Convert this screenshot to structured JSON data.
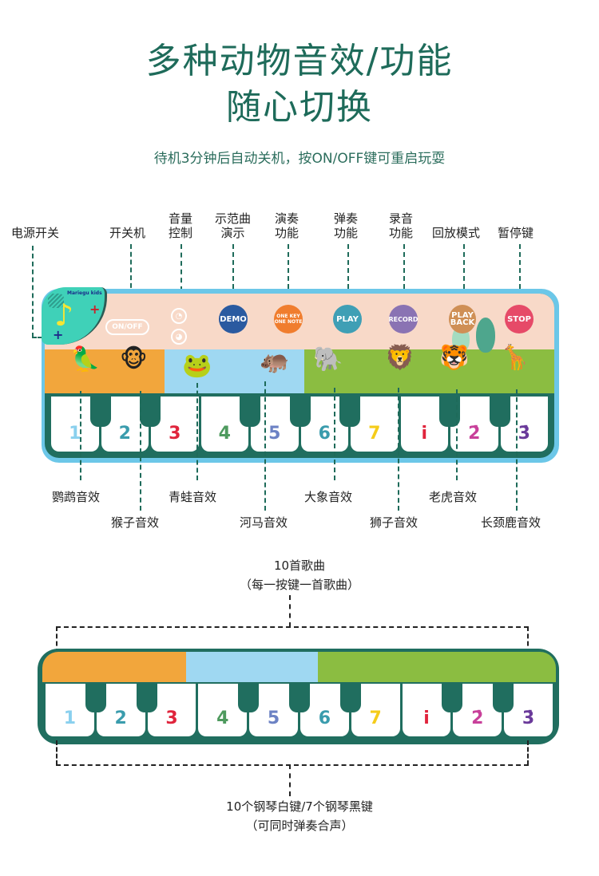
{
  "heading": {
    "line1": "多种动物音效/功能",
    "line2": "随心切换",
    "subtitle": "待机3分钟后自动关机，按ON/OFF键可重启玩耍"
  },
  "colors": {
    "title_green": "#1e6b5a",
    "mat_dark_green": "#206e5f",
    "mat_border_blue": "#6cc7e8",
    "sky_pink": "#f8d9c8",
    "orange_ground": "#f2a63c",
    "water_blue": "#9fd8f2",
    "grass_green": "#8bbd41"
  },
  "top_labels": [
    {
      "id": "power-switch",
      "text": "电源开关"
    },
    {
      "id": "on-off",
      "text": "开关机"
    },
    {
      "id": "volume",
      "text": "音量\n控制"
    },
    {
      "id": "demo",
      "text": "示范曲\n演示"
    },
    {
      "id": "one-key",
      "text": "演奏\n功能"
    },
    {
      "id": "play",
      "text": "弹奏\n功能"
    },
    {
      "id": "record",
      "text": "录音\n功能"
    },
    {
      "id": "playback",
      "text": "回放模式"
    },
    {
      "id": "stop",
      "text": "暂停键"
    }
  ],
  "panel": {
    "brand": "Mariegu kids",
    "note_icon": "music-note-icon",
    "plus": "+",
    "onoff_label": "ON/OFF",
    "volume_up_icon": "volume-up-icon",
    "volume_down_icon": "volume-down-icon"
  },
  "buttons": [
    {
      "id": "demo",
      "label": "DEMO",
      "color": "#2a5aa0"
    },
    {
      "id": "one-key",
      "label": "ONE KEY ONE NOTE",
      "color": "#f07d2e"
    },
    {
      "id": "play",
      "label": "PLAY",
      "color": "#3f9fb5"
    },
    {
      "id": "record",
      "label": "RECORD",
      "color": "#8a73b3"
    },
    {
      "id": "playback",
      "label": "PLAY BACK",
      "color": "#cf8f55"
    },
    {
      "id": "stop",
      "label": "STOP",
      "color": "#e64a68"
    }
  ],
  "animals": [
    {
      "id": "parrot",
      "glyph": "🦜"
    },
    {
      "id": "monkey",
      "glyph": "🐵"
    },
    {
      "id": "frog",
      "glyph": "🐸"
    },
    {
      "id": "hippo",
      "glyph": "🦛"
    },
    {
      "id": "elephant",
      "glyph": "🐘"
    },
    {
      "id": "lion",
      "glyph": "🦁"
    },
    {
      "id": "tiger",
      "glyph": "🐯"
    },
    {
      "id": "giraffe",
      "glyph": "🦒"
    }
  ],
  "keys": [
    {
      "label": "1",
      "color": "#8ad0ee"
    },
    {
      "label": "2",
      "color": "#3a9cad"
    },
    {
      "label": "3",
      "color": "#e0243c"
    },
    {
      "label": "4",
      "color": "#4e9a5e"
    },
    {
      "label": "5",
      "color": "#6c82c4"
    },
    {
      "label": "6",
      "color": "#3a9cad"
    },
    {
      "label": "7",
      "color": "#f5cc1a"
    },
    {
      "label": "i",
      "color": "#e0243c"
    },
    {
      "label": "2̇",
      "color": "#c8409a"
    },
    {
      "label": "3̇",
      "color": "#6a3a9a"
    }
  ],
  "bottom_labels": [
    {
      "id": "parrot",
      "text": "鹦鹉音效"
    },
    {
      "id": "monkey",
      "text": "猴子音效"
    },
    {
      "id": "frog",
      "text": "青蛙音效"
    },
    {
      "id": "hippo",
      "text": "河马音效"
    },
    {
      "id": "elephant",
      "text": "大象音效"
    },
    {
      "id": "lion",
      "text": "狮子音效"
    },
    {
      "id": "tiger",
      "text": "老虎音效"
    },
    {
      "id": "giraffe",
      "text": "长颈鹿音效"
    }
  ],
  "songs_note": {
    "line1": "10首歌曲",
    "line2": "（每一按键一首歌曲）"
  },
  "keys_note": {
    "line1": "10个钢琴白键/7个钢琴黑键",
    "line2": "（可同时弹奏合声）"
  }
}
